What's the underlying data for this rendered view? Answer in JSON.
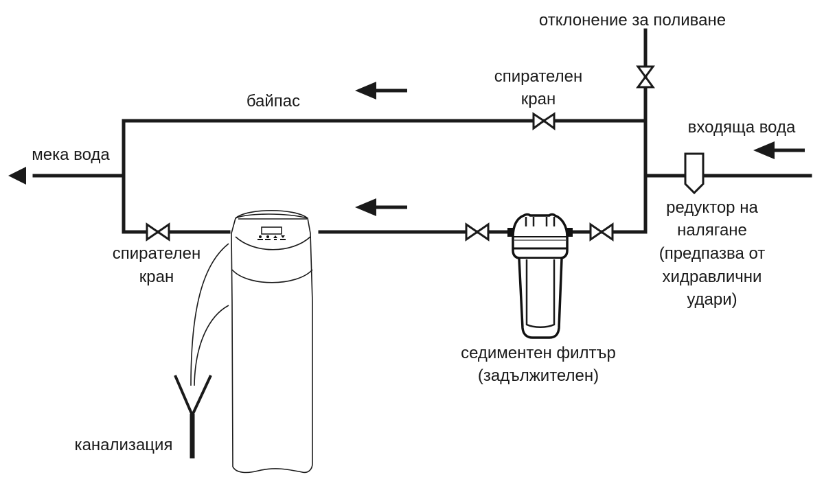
{
  "diagram": {
    "title": "Water softener installation scheme",
    "labels": {
      "irrigation_branch": "отклонение за поливане",
      "bypass": "байпас",
      "shutoff_valve_top_line1": "спирателен",
      "shutoff_valve_top_line2": "кран",
      "soft_water": "мека вода",
      "incoming_water": "входяща вода",
      "pressure_reducer_line1": "редуктор на",
      "pressure_reducer_line2": "налягане",
      "pressure_reducer_line3": "(предпазва от",
      "pressure_reducer_line4": "хидравлични",
      "pressure_reducer_line5": "удари)",
      "shutoff_valve_bottom_line1": "спирателен",
      "shutoff_valve_bottom_line2": "кран",
      "sediment_filter_line1": "седиментен филтър",
      "sediment_filter_line2": "(задължителен)",
      "drain": "канализация"
    },
    "components": [
      {
        "name": "irrigation-valve",
        "type": "shutoff-valve"
      },
      {
        "name": "bypass-valve",
        "type": "shutoff-valve"
      },
      {
        "name": "softener-outlet-valve",
        "type": "shutoff-valve"
      },
      {
        "name": "filter-inlet-valve",
        "type": "shutoff-valve"
      },
      {
        "name": "filter-outlet-valve",
        "type": "shutoff-valve"
      },
      {
        "name": "pressure-reducer",
        "type": "pressure-reducer"
      },
      {
        "name": "sediment-filter",
        "type": "filter"
      },
      {
        "name": "water-softener",
        "type": "softener-cabinet"
      },
      {
        "name": "drain",
        "type": "drain"
      }
    ],
    "flow_direction": "right-to-left",
    "colors": {
      "line": "#1a1a1a",
      "background": "#ffffff"
    }
  }
}
